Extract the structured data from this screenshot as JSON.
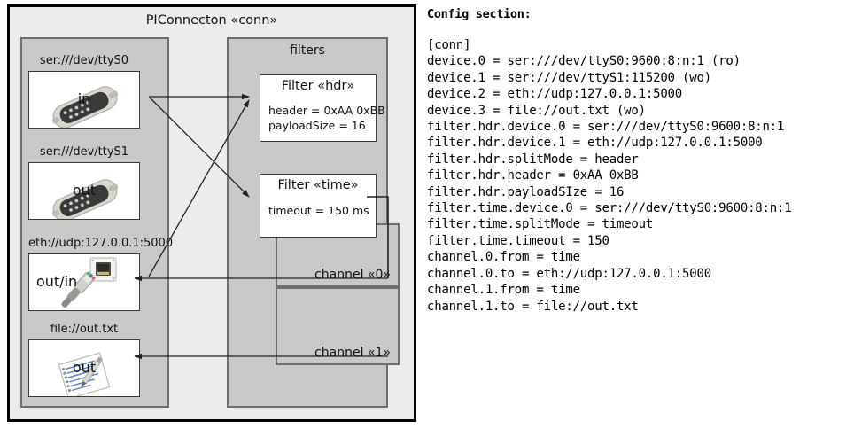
{
  "diagram": {
    "title": "PIConnecton «conn»",
    "devices_group": {
      "title": ""
    },
    "filters_group": {
      "title": "filters"
    },
    "devices": [
      {
        "name": "device-ttyS0",
        "caption": "ser:///dev/ttyS0",
        "direction": "in",
        "icon": "serial-port-icon"
      },
      {
        "name": "device-ttyS1",
        "caption": "ser:///dev/ttyS1",
        "direction": "out",
        "icon": "serial-port-icon"
      },
      {
        "name": "device-eth",
        "caption": "eth://udp:127.0.0.1:5000",
        "direction": "out/in",
        "icon": "network-cable-icon"
      },
      {
        "name": "device-file",
        "caption": "file://out.txt",
        "direction": "out",
        "icon": "text-file-icon"
      }
    ],
    "filters": [
      {
        "name": "filter-hdr",
        "title": "Filter «hdr»",
        "props": [
          "header = 0xAA 0xBB",
          "payloadSize = 16"
        ]
      },
      {
        "name": "filter-time",
        "title": "Filter «time»",
        "props": [
          "timeout = 150 ms"
        ]
      }
    ],
    "channels": [
      {
        "name": "channel-0",
        "label": "channel «0»"
      },
      {
        "name": "channel-1",
        "label": "channel «1»"
      }
    ]
  },
  "config": {
    "heading": "Config section:",
    "lines": "[conn]\ndevice.0 = ser:///dev/ttyS0:9600:8:n:1 (ro)\ndevice.1 = ser:///dev/ttyS1:115200 (wo)\ndevice.2 = eth://udp:127.0.0.1:5000\ndevice.3 = file://out.txt (wo)\nfilter.hdr.device.0 = ser:///dev/ttyS0:9600:8:n:1\nfilter.hdr.device.1 = eth://udp:127.0.0.1:5000\nfilter.hdr.splitMode = header\nfilter.hdr.header = 0xAA 0xBB\nfilter.hdr.payloadSIze = 16\nfilter.time.device.0 = ser:///dev/ttyS0:9600:8:n:1\nfilter.time.splitMode = timeout\nfilter.time.timeout = 150\nchannel.0.from = time\nchannel.0.to = eth://udp:127.0.0.1:5000\nchannel.1.from = time\nchannel.1.to = file://out.txt"
  },
  "colors": {
    "canvas": "#ffffff",
    "frame_fill": "#ececec",
    "frame_border": "#000000",
    "group_fill": "#c9c9c9",
    "group_border": "#6e6e6e",
    "card_fill": "#ffffff",
    "card_border": "#3a3a3a",
    "edge": "#222222"
  }
}
